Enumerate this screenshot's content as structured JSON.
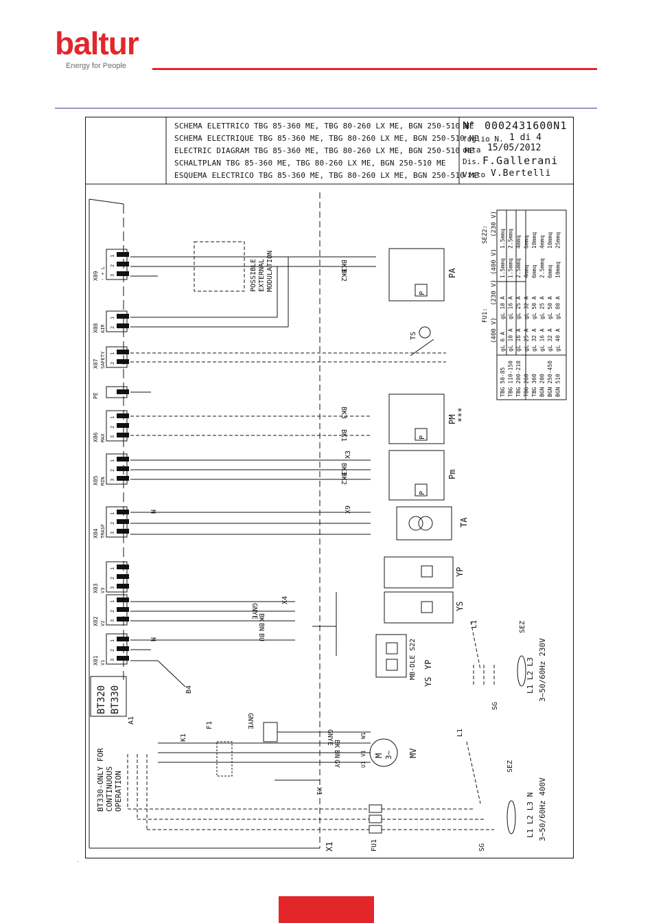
{
  "brand": {
    "name": "baltur",
    "tagline": "Energy for People",
    "color": "#e3262a"
  },
  "title_block": {
    "titles": [
      "SCHEMA ELETTRICO TBG 85-360 ME, TBG 80-260 LX ME, BGN 250-510 ME",
      "SCHEMA ELECTRIQUE TBG 85-360 ME, TBG 80-260 LX ME, BGN 250-510 ME",
      "ELECTRIC DIAGRAM TBG 85-360 ME, TBG 80-260 LX ME, BGN 250-510 ME",
      "SCHALTPLAN TBG 85-360 ME, TBG 80-260 LX ME, BGN 250-510 ME",
      "ESQUEMA ELECTRICO TBG 85-360 ME, TBG 80-260 LX ME, BGN 250-510 ME"
    ],
    "number_label": "N°",
    "number": "0002431600N1",
    "sheet_label": "foglio N.",
    "sheet": "1 di 4",
    "date_label": "data",
    "date": "15/05/2012",
    "drawn_label": "Dis.",
    "drawn": "F.Gallerani",
    "checked_label": "Visto",
    "checked": "V.Bertelli"
  },
  "terminals": [
    {
      "name": "X09",
      "sub": "- + L",
      "pins": [
        "1",
        "2",
        "3"
      ]
    },
    {
      "name": "X08",
      "sub": "AIR",
      "pins": [
        "1",
        "2"
      ]
    },
    {
      "name": "X07",
      "sub": "SAFETY",
      "pins": [
        "1",
        "2"
      ]
    },
    {
      "name": "PE",
      "sub": "",
      "pins": []
    },
    {
      "name": "X06",
      "sub": "MAX",
      "pins": [
        "1",
        "2",
        "3"
      ]
    },
    {
      "name": "X05",
      "sub": "MIN",
      "pins": [
        "1",
        "2",
        "3"
      ]
    },
    {
      "name": "X04",
      "sub": "TRASF",
      "pins": [
        "1",
        "2",
        "3"
      ]
    },
    {
      "name": "X03",
      "sub": "V3",
      "pins": [
        "1",
        "2",
        "3"
      ]
    },
    {
      "name": "X02",
      "sub": "V2",
      "pins": [
        "1",
        "2",
        "3"
      ]
    },
    {
      "name": "X01",
      "sub": "V1",
      "pins": [
        "1",
        "2",
        "3"
      ]
    }
  ],
  "pin_side_labels": {
    "L": "L",
    "PE": "PE",
    "N": "N"
  },
  "labels": {
    "modulation": [
      "POSSIBLE",
      "EXTERNAL",
      "MODULATION"
    ],
    "bk3": "BK3",
    "bk2": "BK2",
    "bk1": "BK1",
    "pa": "PA",
    "ts": "TS",
    "pm_max": "PM",
    "pm_max_note": "***",
    "pm_min": "Pm",
    "x3": "X3",
    "x9": "X9",
    "x4": "X4",
    "ta": "TA",
    "yp": "YP",
    "ys": "YS",
    "mb_dle": "MB-DLE S22",
    "gnye": "GNYE",
    "bk": "BK",
    "bn": "BN",
    "bu": "BU",
    "gy": "GY",
    "n": "N",
    "b4": "B4",
    "controller1": "BT320",
    "controller2": "BT330",
    "a1": "A1",
    "bt330_note": [
      "BT330-ONLY FOR",
      "CONTINUOUS",
      "OPERATION"
    ],
    "k1": "K1",
    "f1": "F1",
    "x1": "X1",
    "mv": "MV",
    "motor": "M",
    "motor_phase": "3~",
    "fu1": "FU1",
    "sez": "SEZ",
    "sg": "SG",
    "supply_400": "L1 L2 L3 N",
    "supply_400_spec": "3~50/60Hz 400V",
    "supply_230": "L1 L2 L3",
    "supply_230_spec": "3~50/60Hz 230V",
    "l1": "L1",
    "pin_u1": "U1",
    "pin_v1": "V1",
    "pin_w1": "W1",
    "p": "P"
  },
  "fuse_table": {
    "fu1_header": "FU1:",
    "sez2_header": "SEZ2:",
    "col_400": "(400 V)",
    "col_230": "(230 V)",
    "rows": [
      {
        "model": "TBG 50-85",
        "fu400": "gL 6 A",
        "fu230": "gL 10 A",
        "s400": "1.5mmq",
        "s230": "1.5mmq"
      },
      {
        "model": "TBG 110-150",
        "fu400": "gL 10 A",
        "fu230": "gL 16 A",
        "s400": "1.5mmq",
        "s230": "2.5mmq"
      },
      {
        "model": "TBG 200-210",
        "fu400": "gL 16 A",
        "fu230": "gL 25 A",
        "s400": "2.5mmq",
        "s230": "4mmq"
      },
      {
        "model": "TBG 260",
        "fu400": "gL 25 A",
        "fu230": "gL 32 A",
        "s400": "4mmq",
        "s230": "6mmq"
      },
      {
        "model": "TBG 360",
        "fu400": "gL 32 A",
        "fu230": "gL 50 A",
        "s400": "6mmq",
        "s230": "10mmq"
      },
      {
        "model": "BGN 200",
        "fu400": "gL 16 A",
        "fu230": "gL 25 A",
        "s400": "2.5mmq",
        "s230": "4mmq"
      },
      {
        "model": "BGN 250-450",
        "fu400": "gL 32 A",
        "fu230": "gL 50 A",
        "s400": "6mmq",
        "s230": "10mmq"
      },
      {
        "model": "BGN 510",
        "fu400": "gL 40 A",
        "fu230": "gL 80 A",
        "s400": "10mmq",
        "s230": "25mmq"
      }
    ]
  }
}
